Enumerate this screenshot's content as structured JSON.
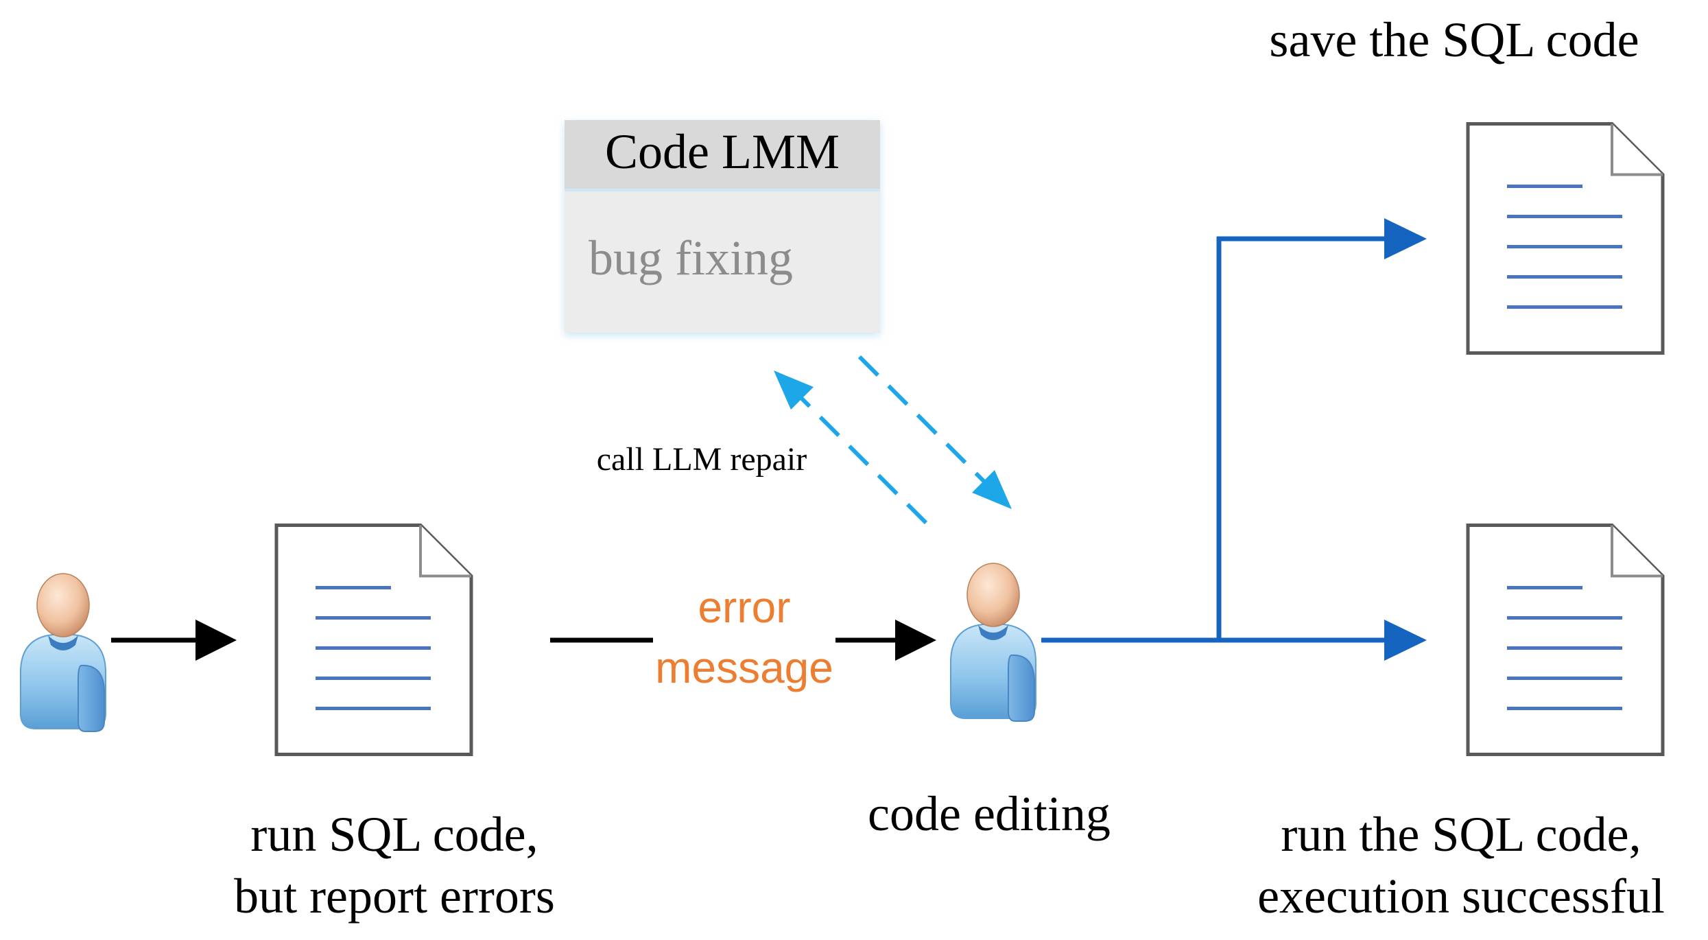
{
  "labels": {
    "save_caption": "save the SQL code",
    "llm_box_title": "Code LMM",
    "llm_box_subtitle": "bug fixing",
    "call_llm_label": "call LLM repair",
    "error_line1": "error",
    "error_line2": "message",
    "run_errors_line1": "run SQL code,",
    "run_errors_line2": "but report errors",
    "code_editing": "code editing",
    "run_success_line1": "run the SQL code,",
    "run_success_line2": "execution successful"
  },
  "colors": {
    "black_arrow": "#000000",
    "blue_arrow": "#1565c0",
    "dashed_arrow": "#1ea7e8",
    "error_text": "#ed7d31",
    "doc_border": "#595959",
    "doc_lines": "#4a74c0",
    "box_header": "#d9d9d9",
    "box_body": "#ededed",
    "box_subtitle": "#8c8c8c"
  },
  "icons": {
    "user": "user-icon",
    "document": "document-icon"
  }
}
